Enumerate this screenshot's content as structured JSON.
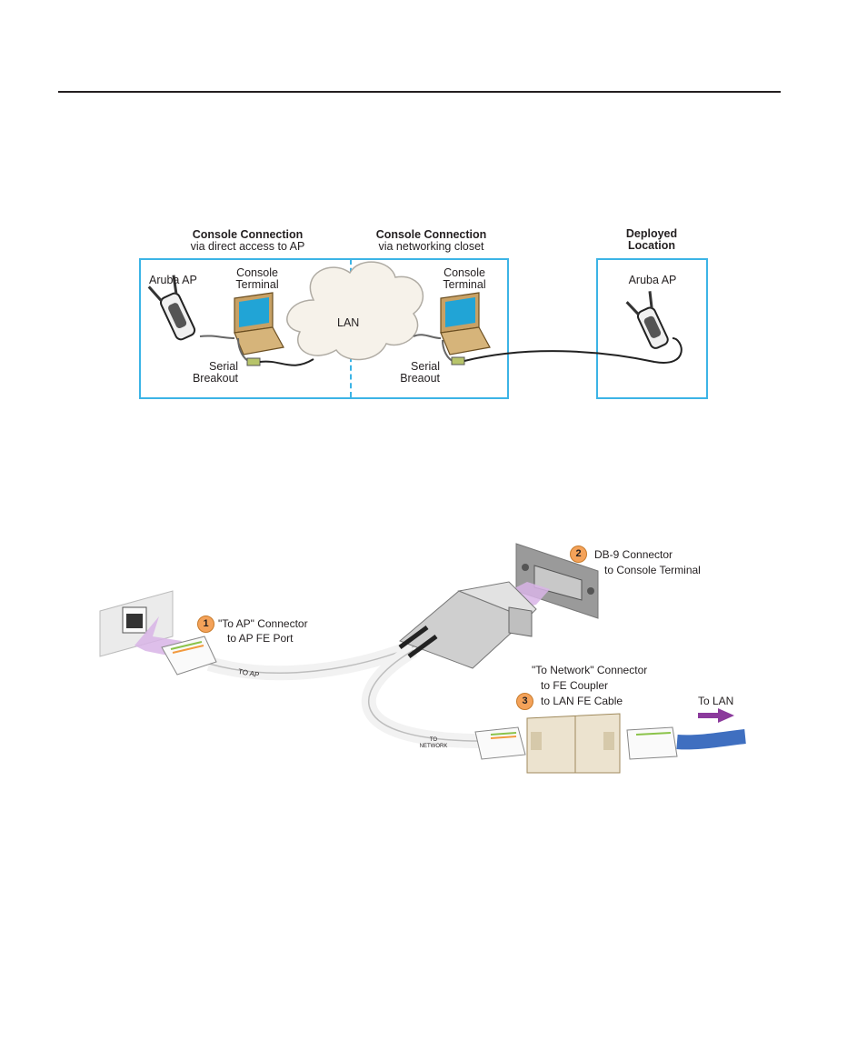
{
  "top_diagram": {
    "left_section": {
      "title": "Console Connection",
      "subtitle": "via direct access to AP",
      "ap_label": "Aruba AP",
      "terminal_label_1": "Console",
      "terminal_label_2": "Terminal",
      "breakout_label_1": "Serial",
      "breakout_label_2": "Breakout"
    },
    "cloud_label": "LAN",
    "middle_section": {
      "title": "Console Connection",
      "subtitle": "via networking closet",
      "terminal_label_1": "Console",
      "terminal_label_2": "Terminal",
      "breakout_label_1": "Serial",
      "breakout_label_2": "Breaout"
    },
    "right_section": {
      "title_1": "Deployed",
      "title_2": "Location",
      "ap_label": "Aruba AP"
    }
  },
  "bottom_diagram": {
    "callout_1": {
      "number": "1",
      "line_1": "\"To AP\" Connector",
      "line_2": "to AP FE Port"
    },
    "callout_2": {
      "number": "2",
      "line_1": "DB-9 Connector",
      "line_2": "to Console Terminal"
    },
    "callout_3": {
      "number": "3",
      "line_1": "\"To Network\" Connector",
      "line_2": "to FE Coupler",
      "line_3": "to LAN FE Cable"
    },
    "to_lan_label": "To LAN",
    "cable_label_ap": "TO AP",
    "cable_label_network_1": "TO",
    "cable_label_network_2": "NETWORK"
  },
  "colors": {
    "box_border": "#3cb4e6",
    "callout_badge": "#f4a259",
    "arrow_purple": "#8b3a9c",
    "lan_cable": "#3f6fc0"
  }
}
